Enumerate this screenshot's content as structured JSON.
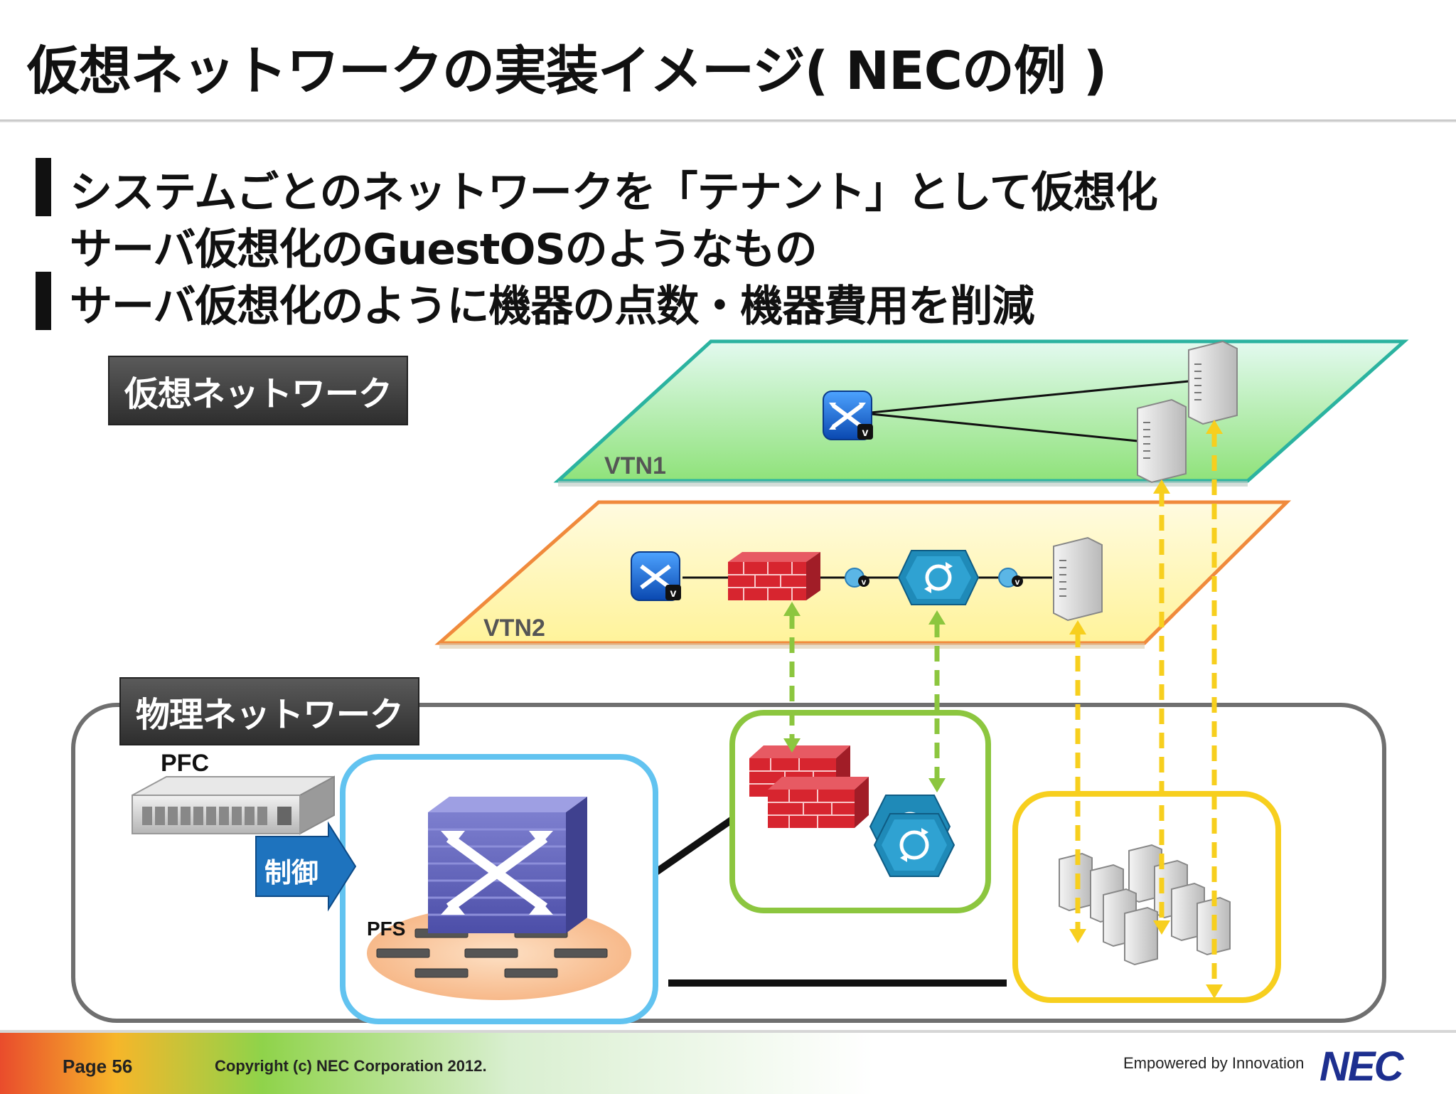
{
  "title": "仮想ネットワークの実装イメージ( NECの例 )",
  "bullets": [
    {
      "text": "システムごとのネットワークを「テナント」として仮想化",
      "has_bar": true
    },
    {
      "text": "サーバ仮想化のGuestOSのようなもの",
      "has_bar": false
    },
    {
      "text": "サーバ仮想化のように機器の点数・機器費用を削減",
      "has_bar": true
    }
  ],
  "labels": {
    "virtual_network": "仮想ネットワーク",
    "physical_network": "物理ネットワーク",
    "vtn1": "VTN1",
    "vtn2": "VTN2",
    "pfc": "PFC",
    "pfs": "PFS",
    "control": "制御",
    "v_badge": "v"
  },
  "colors": {
    "vtn1_border": "#2bb3a0",
    "vtn2_border": "#f08a3c",
    "pfs_box": "#62c3f0",
    "appliance_box": "#8cc63f",
    "server_box": "#f7cf1e",
    "control_arrow": "#1e73be"
  },
  "icons": {
    "virtual_switch": "virtual-switch-icon",
    "firewall": "firewall-icon",
    "load_balancer": "load-balancer-icon",
    "server": "server-icon",
    "controller": "rack-server-icon",
    "openflow_switch": "openflow-switch-icon"
  },
  "footer": {
    "page": "Page 56",
    "copyright": "Copyright (c) NEC Corporation 2012.",
    "tagline": "Empowered by Innovation",
    "logo": "NEC"
  }
}
